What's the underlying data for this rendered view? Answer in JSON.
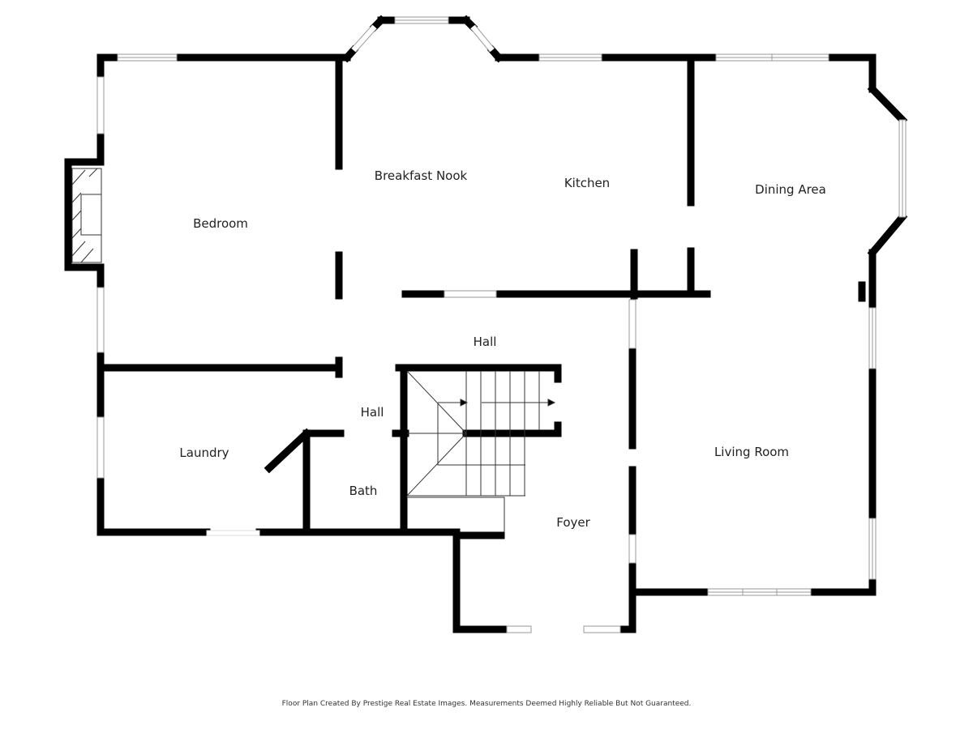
{
  "rooms": {
    "breakfast_nook": "Breakfast Nook",
    "kitchen": "Kitchen",
    "dining_area": "Dining Area",
    "bedroom": "Bedroom",
    "hall_main": "Hall",
    "hall_small": "Hall",
    "laundry": "Laundry",
    "bath": "Bath",
    "living_room": "Living Room",
    "foyer": "Foyer"
  },
  "footer": "Floor Plan Created By Prestige Real Estate Images. Measurements Deemed Highly Reliable But Not Guaranteed.",
  "colors": {
    "wall": "#000000",
    "window": "#bbbbbb",
    "background": "#ffffff"
  }
}
